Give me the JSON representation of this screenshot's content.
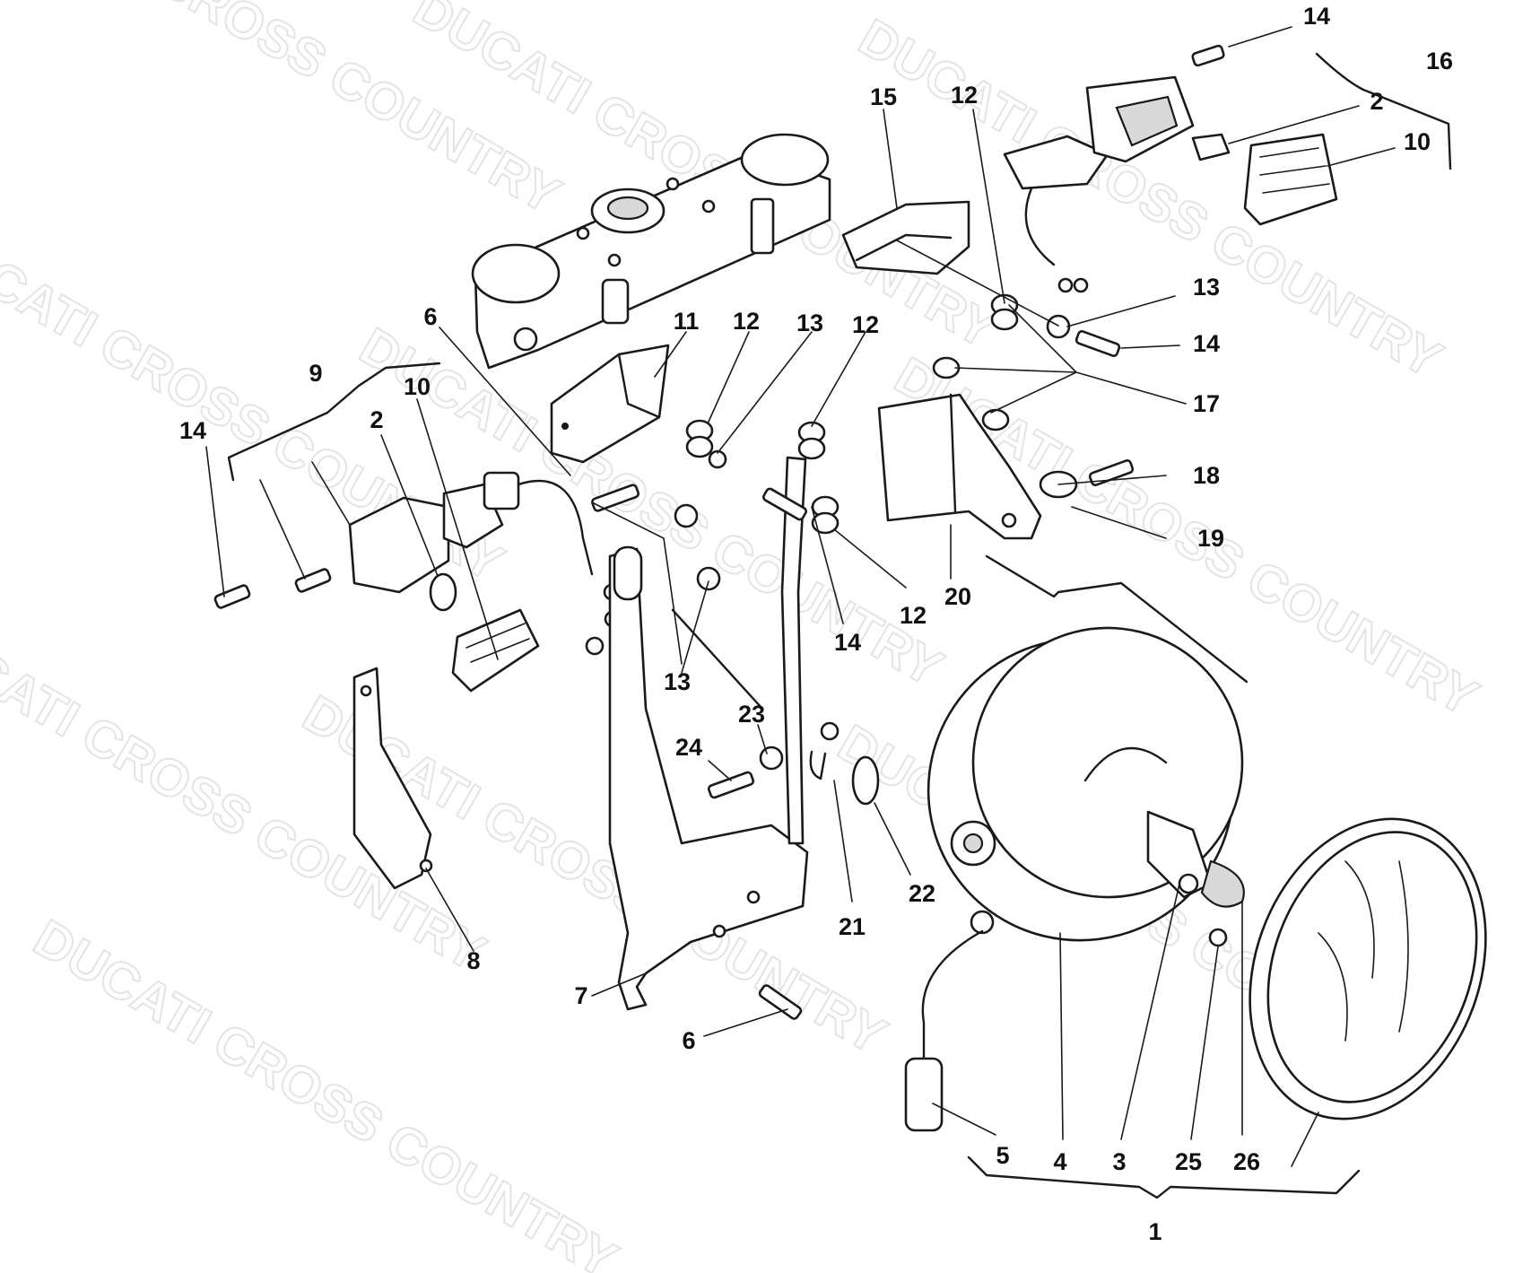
{
  "watermark": {
    "text": "DUCATI CROSS COUNTRY",
    "color": "#e4e4e4"
  },
  "callouts": [
    {
      "id": "c01",
      "label": "14"
    },
    {
      "id": "c02",
      "label": "16"
    },
    {
      "id": "c03",
      "label": "2"
    },
    {
      "id": "c04",
      "label": "10"
    },
    {
      "id": "c05",
      "label": "15"
    },
    {
      "id": "c06",
      "label": "12"
    },
    {
      "id": "c07",
      "label": "13"
    },
    {
      "id": "c08",
      "label": "14"
    },
    {
      "id": "c09",
      "label": "6"
    },
    {
      "id": "c10",
      "label": "11"
    },
    {
      "id": "c11",
      "label": "12"
    },
    {
      "id": "c12",
      "label": "13"
    },
    {
      "id": "c13",
      "label": "12"
    },
    {
      "id": "c14",
      "label": "9"
    },
    {
      "id": "c15",
      "label": "10"
    },
    {
      "id": "c16",
      "label": "14"
    },
    {
      "id": "c17",
      "label": "2"
    },
    {
      "id": "c18",
      "label": "17"
    },
    {
      "id": "c19",
      "label": "18"
    },
    {
      "id": "c20",
      "label": "19"
    },
    {
      "id": "c21",
      "label": "20"
    },
    {
      "id": "c22",
      "label": "12"
    },
    {
      "id": "c23",
      "label": "14"
    },
    {
      "id": "c24",
      "label": "13"
    },
    {
      "id": "c25",
      "label": "23"
    },
    {
      "id": "c26",
      "label": "24"
    },
    {
      "id": "c27",
      "label": "21"
    },
    {
      "id": "c28",
      "label": "22"
    },
    {
      "id": "c29",
      "label": "8"
    },
    {
      "id": "c30",
      "label": "7"
    },
    {
      "id": "c31",
      "label": "6"
    },
    {
      "id": "c32",
      "label": "5"
    },
    {
      "id": "c33",
      "label": "4"
    },
    {
      "id": "c34",
      "label": "3"
    },
    {
      "id": "c35",
      "label": "25"
    },
    {
      "id": "c36",
      "label": "26"
    },
    {
      "id": "c37",
      "label": "1"
    }
  ]
}
